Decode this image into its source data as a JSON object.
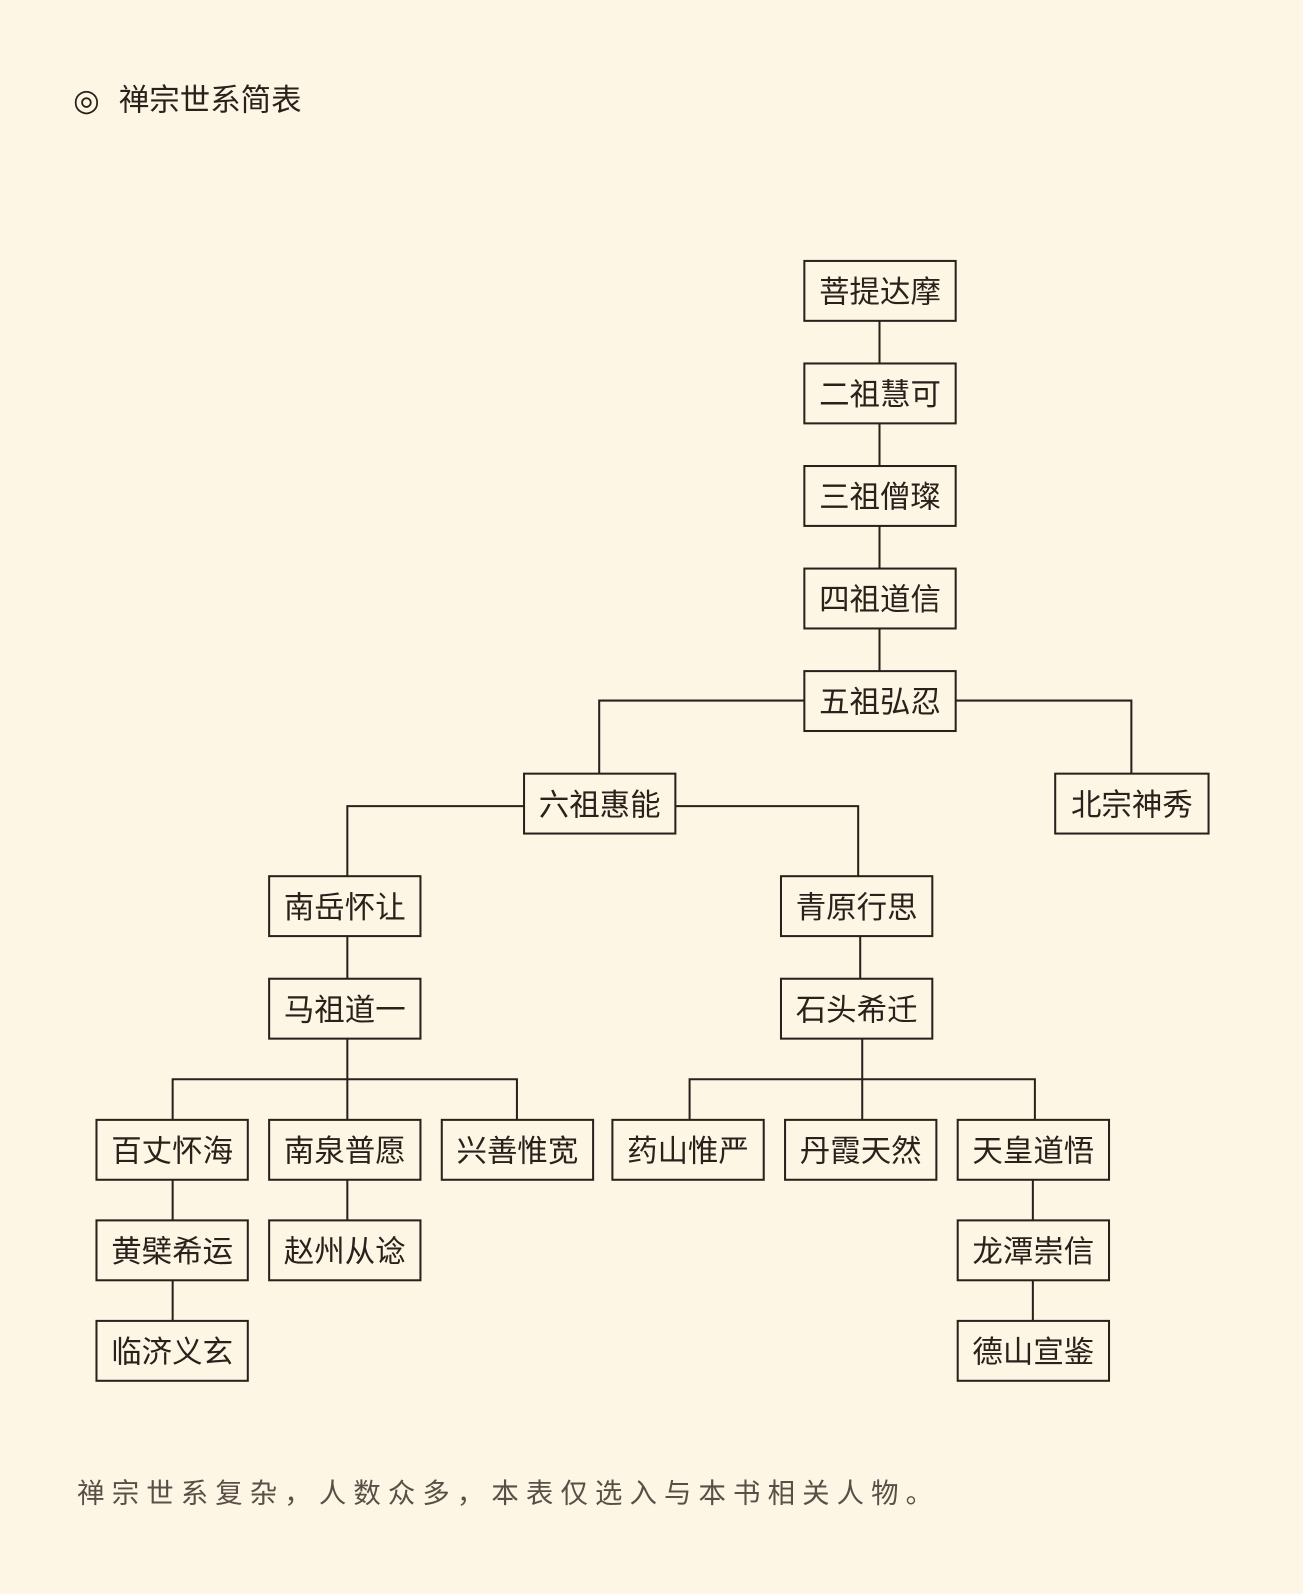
{
  "title": {
    "marker": "◎",
    "text": "禅宗世系简表"
  },
  "nodes": {
    "bodhidharma": "菩提达摩",
    "huike": "二祖慧可",
    "sengcan": "三祖僧璨",
    "daoxin": "四祖道信",
    "hongren": "五祖弘忍",
    "huineng": "六祖惠能",
    "shenxiu": "北宗神秀",
    "huairang": "南岳怀让",
    "xingsi": "青原行思",
    "mazu": "马祖道一",
    "shitou": "石头希迁",
    "baizhang": "百丈怀海",
    "nanquan": "南泉普愿",
    "xingshan": "兴善惟宽",
    "yaoshan": "药山惟严",
    "danxia": "丹霞天然",
    "tianhuang": "天皇道悟",
    "huangbo": "黄檗希运",
    "zhaozhou": "赵州从谂",
    "longtan": "龙潭崇信",
    "linji": "临济义玄",
    "deshan": "德山宣鉴"
  },
  "footnote": "禅宗世系复杂，人数众多，本表仅选入与本书相关人物。"
}
